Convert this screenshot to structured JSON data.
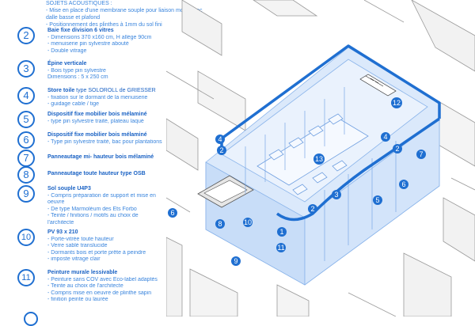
{
  "top_notes": [
    "SOJETS ACOUSTIQUES :",
    "- Mise en place d'une membrane souple pour liaison molle avec",
    "dalle basse et plafond",
    "- Positionnement des plinthes à 1mm du sol fini"
  ],
  "legend": [
    {
      "num": "2",
      "title": "Baie fixe division 6 vitres",
      "title_rest": "",
      "lines": [
        "- Dimensions 370 x160 cm, H allège 90cm",
        "- menuiserie pin sylvestre abouté",
        "- Double vitrage"
      ]
    },
    {
      "num": "3",
      "title": "Épine verticale",
      "title_rest": "",
      "lines": [
        "- Bois type pin sylvestre",
        "Dimensions : 5 x 250 cm"
      ]
    },
    {
      "num": "4",
      "title": "Store toile",
      "title_rest": " type SOLOROLL de GRIESSER",
      "lines": [
        "- fixation sur le dormant de la menuiserie",
        "- guidage cable  / tige"
      ]
    },
    {
      "num": "5",
      "title": "Dispositif fixe mobilier bois mélaminé",
      "title_rest": "",
      "lines": [
        "- type pin sylvestre traité, plateau laqué"
      ]
    },
    {
      "num": "6",
      "title": "Dispositif fixe mobilier bois mélaminé",
      "title_rest": "",
      "lines": [
        "- Type pin sylvestre traité, bac pour plantations"
      ]
    },
    {
      "num": "7",
      "title": "Panneautage mi- hauteur bois mélaminé",
      "title_rest": "",
      "lines": []
    },
    {
      "num": "8",
      "title": "Panneautage toute hauteur type OSB",
      "title_rest": "",
      "lines": []
    },
    {
      "num": "9",
      "title": "Sol souple U4P3",
      "title_rest": "",
      "lines": [
        "- Compris préparation de support et mise en",
        "oeuvre",
        "- De type Marmoléum des Ets Forbo",
        "- Teinte / finitions / motifs au choix de",
        "l'architecte"
      ]
    },
    {
      "num": "10",
      "title": "PV 93 x 210",
      "title_rest": "",
      "lines": [
        "- Porte-vitrée toute hauteur",
        "- Verre sablé translucide",
        "- Dormants bois et porte prête à peindre",
        "- imposte vitrage clair"
      ]
    },
    {
      "num": "11",
      "title": "Peinture murale lessivable",
      "title_rest": "",
      "lines": [
        "- Peinture sans COV avec Eco-label adaptés",
        "- Teinte au choix de l'architecte",
        "- Compris mise en oeuvre de plinthe sapin",
        "- finition peinte ou laurée"
      ]
    }
  ],
  "drawing_labels": {
    "n1": "1",
    "n2a": "2",
    "n2b": "2",
    "n3": "3",
    "n4a": "4",
    "n4b": "4",
    "n5": "5",
    "n6a": "6",
    "n6b": "6",
    "n7": "7",
    "n8": "8",
    "n9": "9",
    "n10": "10",
    "n11": "11",
    "n12": "12",
    "n13": "13"
  }
}
